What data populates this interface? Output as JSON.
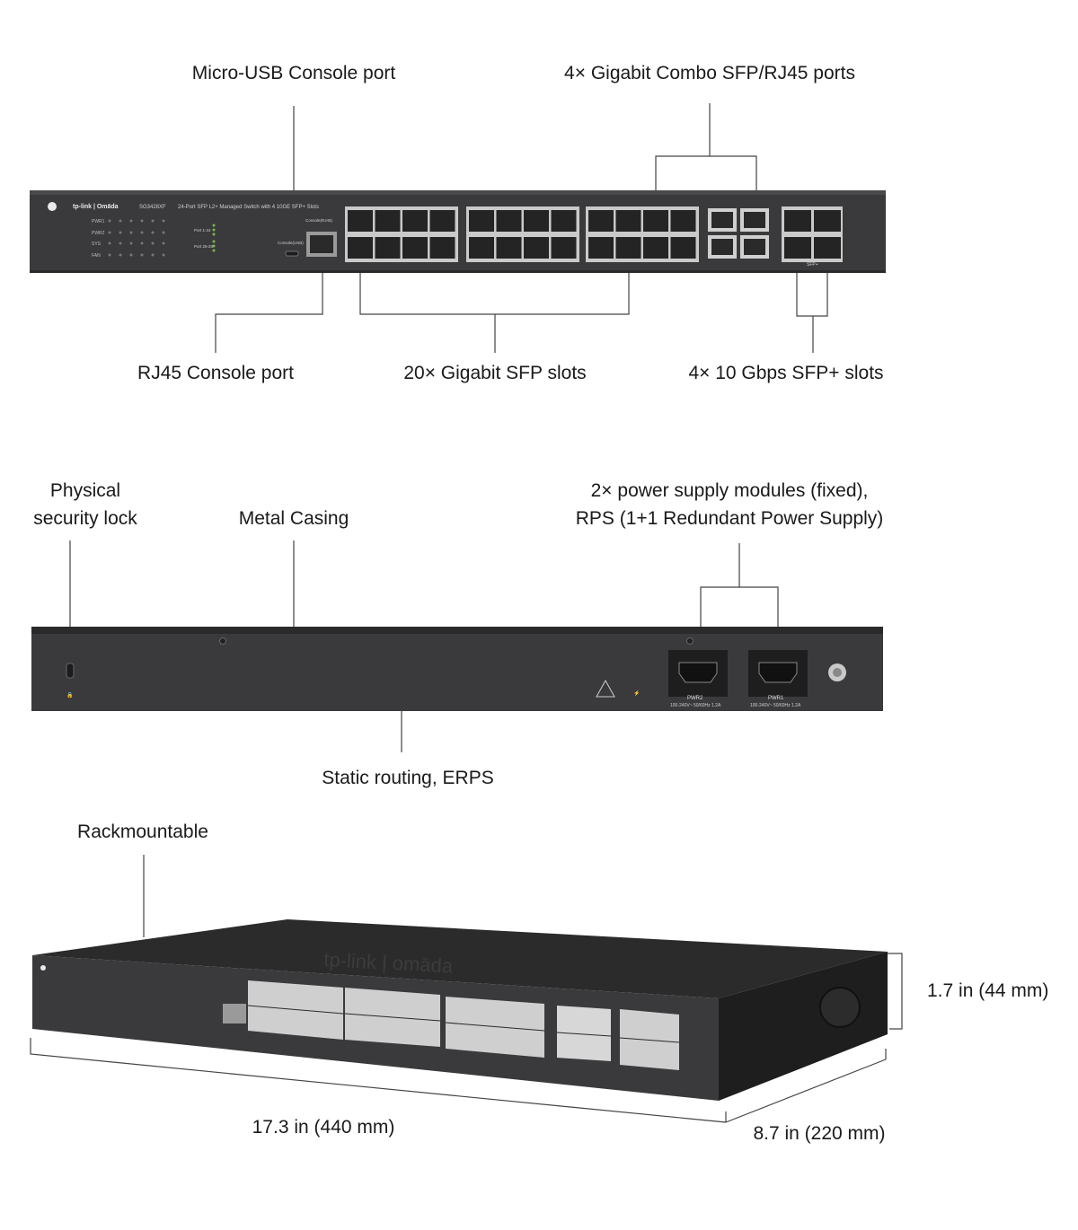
{
  "front_panel": {
    "callouts": {
      "micro_usb_console": "Micro-USB Console port",
      "combo_ports": "4× Gigabit Combo SFP/RJ45 ports",
      "rj45_console": "RJ45 Console port",
      "sfp_slots": "20× Gigabit SFP slots",
      "sfp_plus_slots": "4× 10 Gbps SFP+ slots"
    },
    "device": {
      "brand": "tp-link | Omāda",
      "model": "SG3428XF",
      "description": "24-Port SFP L2+ Managed Switch with 4 10GE SFP+ Slots",
      "console_usb": "Console(USB)",
      "console_rj45": "Console(RJ45)",
      "led_labels": [
        "PWR1",
        "PWR2",
        "SYS",
        "FAN"
      ],
      "port1_24": "Port 1-24",
      "port25_28": "Port 25-28",
      "sfp_plus": "SFP+"
    }
  },
  "rear_panel": {
    "callouts": {
      "security_lock": [
        "Physical",
        "security lock"
      ],
      "metal_casing": "Metal Casing",
      "power_supply": [
        "2× power supply modules (fixed),",
        "RPS (1+1 Redundant Power Supply)"
      ],
      "static_routing": "Static routing, ERPS"
    },
    "psu": [
      {
        "name": "PWR2",
        "rating": "100-240V~ 50/60Hz 1.2A"
      },
      {
        "name": "PWR1",
        "rating": "100-240V~ 50/60Hz 1.2A"
      }
    ]
  },
  "iso_view": {
    "callouts": {
      "rackmountable": "Rackmountable",
      "height": "1.7 in (44 mm)",
      "width": "17.3 in (440 mm)",
      "depth": "8.7 in (220 mm)"
    }
  },
  "colors": {
    "device_body": "#3a3a3c",
    "device_top": "#2a2a2b",
    "line": "#444444"
  }
}
